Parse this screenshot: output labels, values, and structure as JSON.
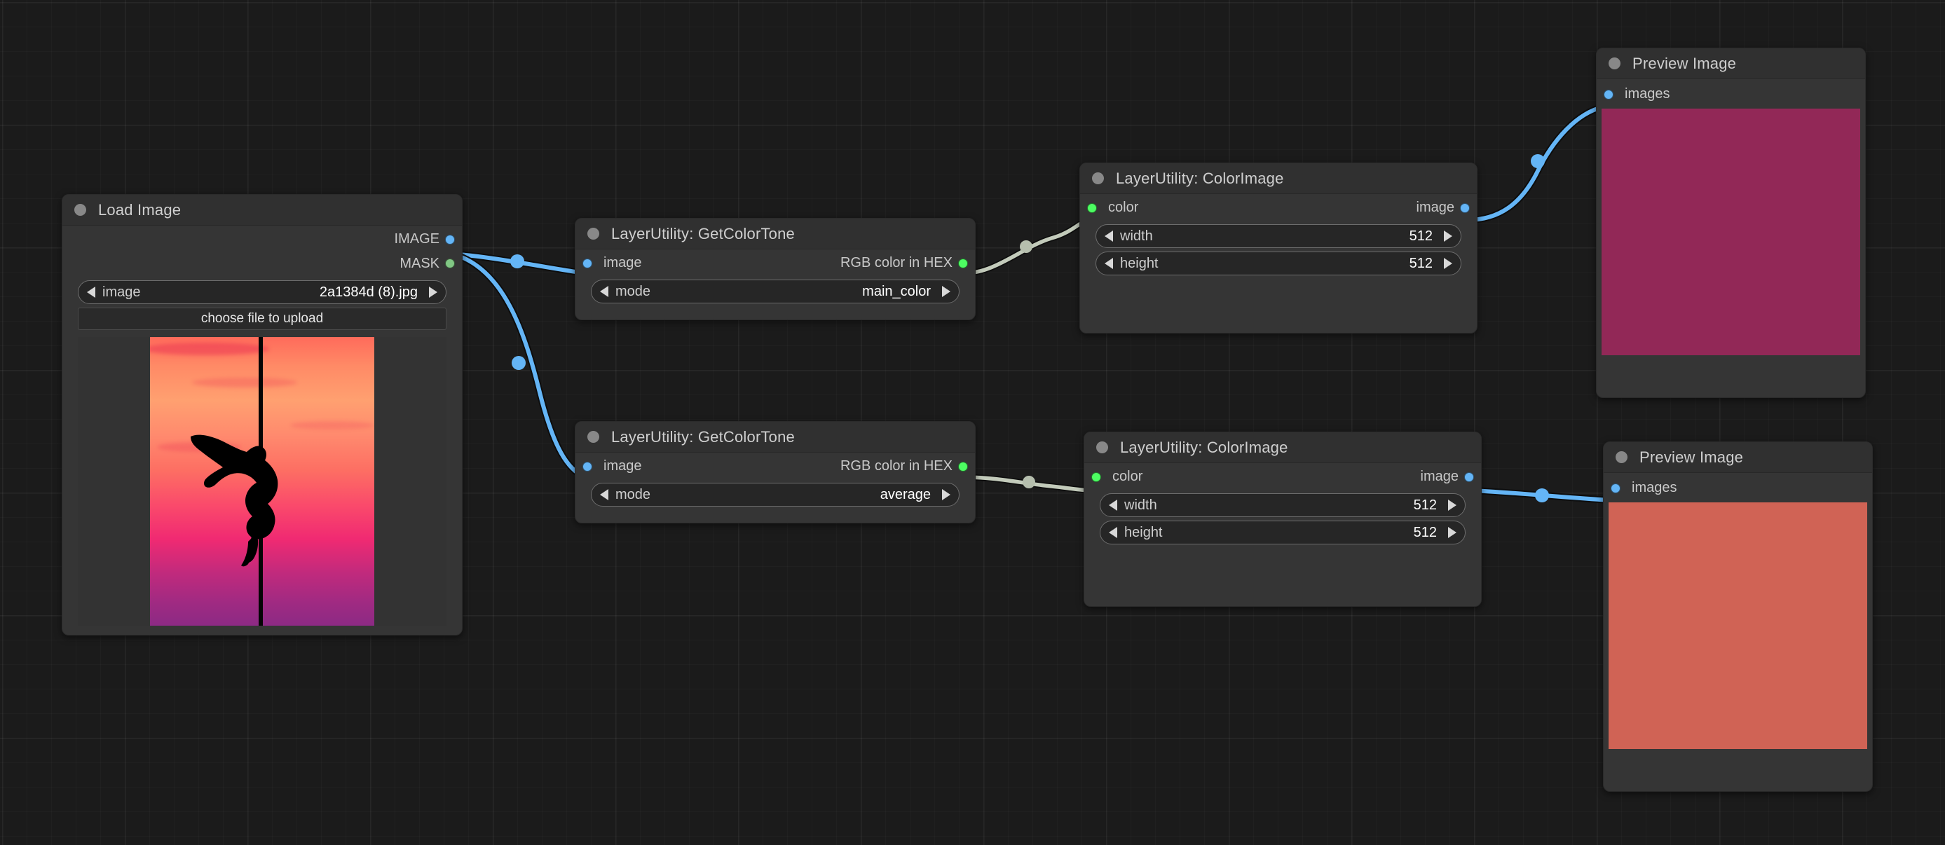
{
  "app": {
    "name": "ComfyUI node graph",
    "background_color": "#1b1b1b"
  },
  "link_colors": {
    "image": "#64b5f6",
    "mask": "#81c784",
    "string": "#c3cbbb"
  },
  "nodes": [
    {
      "id": "load-image",
      "title": "Load Image",
      "outputs": [
        {
          "label": "IMAGE",
          "type": "image"
        },
        {
          "label": "MASK",
          "type": "mask"
        }
      ],
      "widgets": [
        {
          "name": "image",
          "value": "2a1384d (8).jpg",
          "kind": "combo"
        }
      ],
      "button": {
        "label": "choose file to upload"
      },
      "preview": {
        "kind": "photo",
        "description": "sunset silhouette of pole dancer"
      }
    },
    {
      "id": "getcolortone-1",
      "title": "LayerUtility: GetColorTone",
      "inputs": [
        {
          "label": "image",
          "type": "image"
        }
      ],
      "outputs": [
        {
          "label": "RGB color in HEX",
          "type": "string"
        }
      ],
      "widgets": [
        {
          "name": "mode",
          "value": "main_color",
          "kind": "combo"
        }
      ]
    },
    {
      "id": "getcolortone-2",
      "title": "LayerUtility: GetColorTone",
      "inputs": [
        {
          "label": "image",
          "type": "image"
        }
      ],
      "outputs": [
        {
          "label": "RGB color in HEX",
          "type": "string"
        }
      ],
      "widgets": [
        {
          "name": "mode",
          "value": "average",
          "kind": "combo"
        }
      ]
    },
    {
      "id": "colorimage-1",
      "title": "LayerUtility: ColorImage",
      "inputs": [
        {
          "label": "color",
          "type": "string"
        }
      ],
      "outputs": [
        {
          "label": "image",
          "type": "image"
        }
      ],
      "widgets": [
        {
          "name": "width",
          "value": "512",
          "kind": "number"
        },
        {
          "name": "height",
          "value": "512",
          "kind": "number"
        }
      ]
    },
    {
      "id": "colorimage-2",
      "title": "LayerUtility: ColorImage",
      "inputs": [
        {
          "label": "color",
          "type": "string"
        }
      ],
      "outputs": [
        {
          "label": "image",
          "type": "image"
        }
      ],
      "widgets": [
        {
          "name": "width",
          "value": "512",
          "kind": "number"
        },
        {
          "name": "height",
          "value": "512",
          "kind": "number"
        }
      ]
    },
    {
      "id": "preview-1",
      "title": "Preview Image",
      "inputs": [
        {
          "label": "images",
          "type": "image"
        }
      ],
      "preview": {
        "kind": "solid",
        "color": "#922857"
      }
    },
    {
      "id": "preview-2",
      "title": "Preview Image",
      "inputs": [
        {
          "label": "images",
          "type": "image"
        }
      ],
      "preview": {
        "kind": "solid",
        "color": "#d06355"
      }
    }
  ]
}
